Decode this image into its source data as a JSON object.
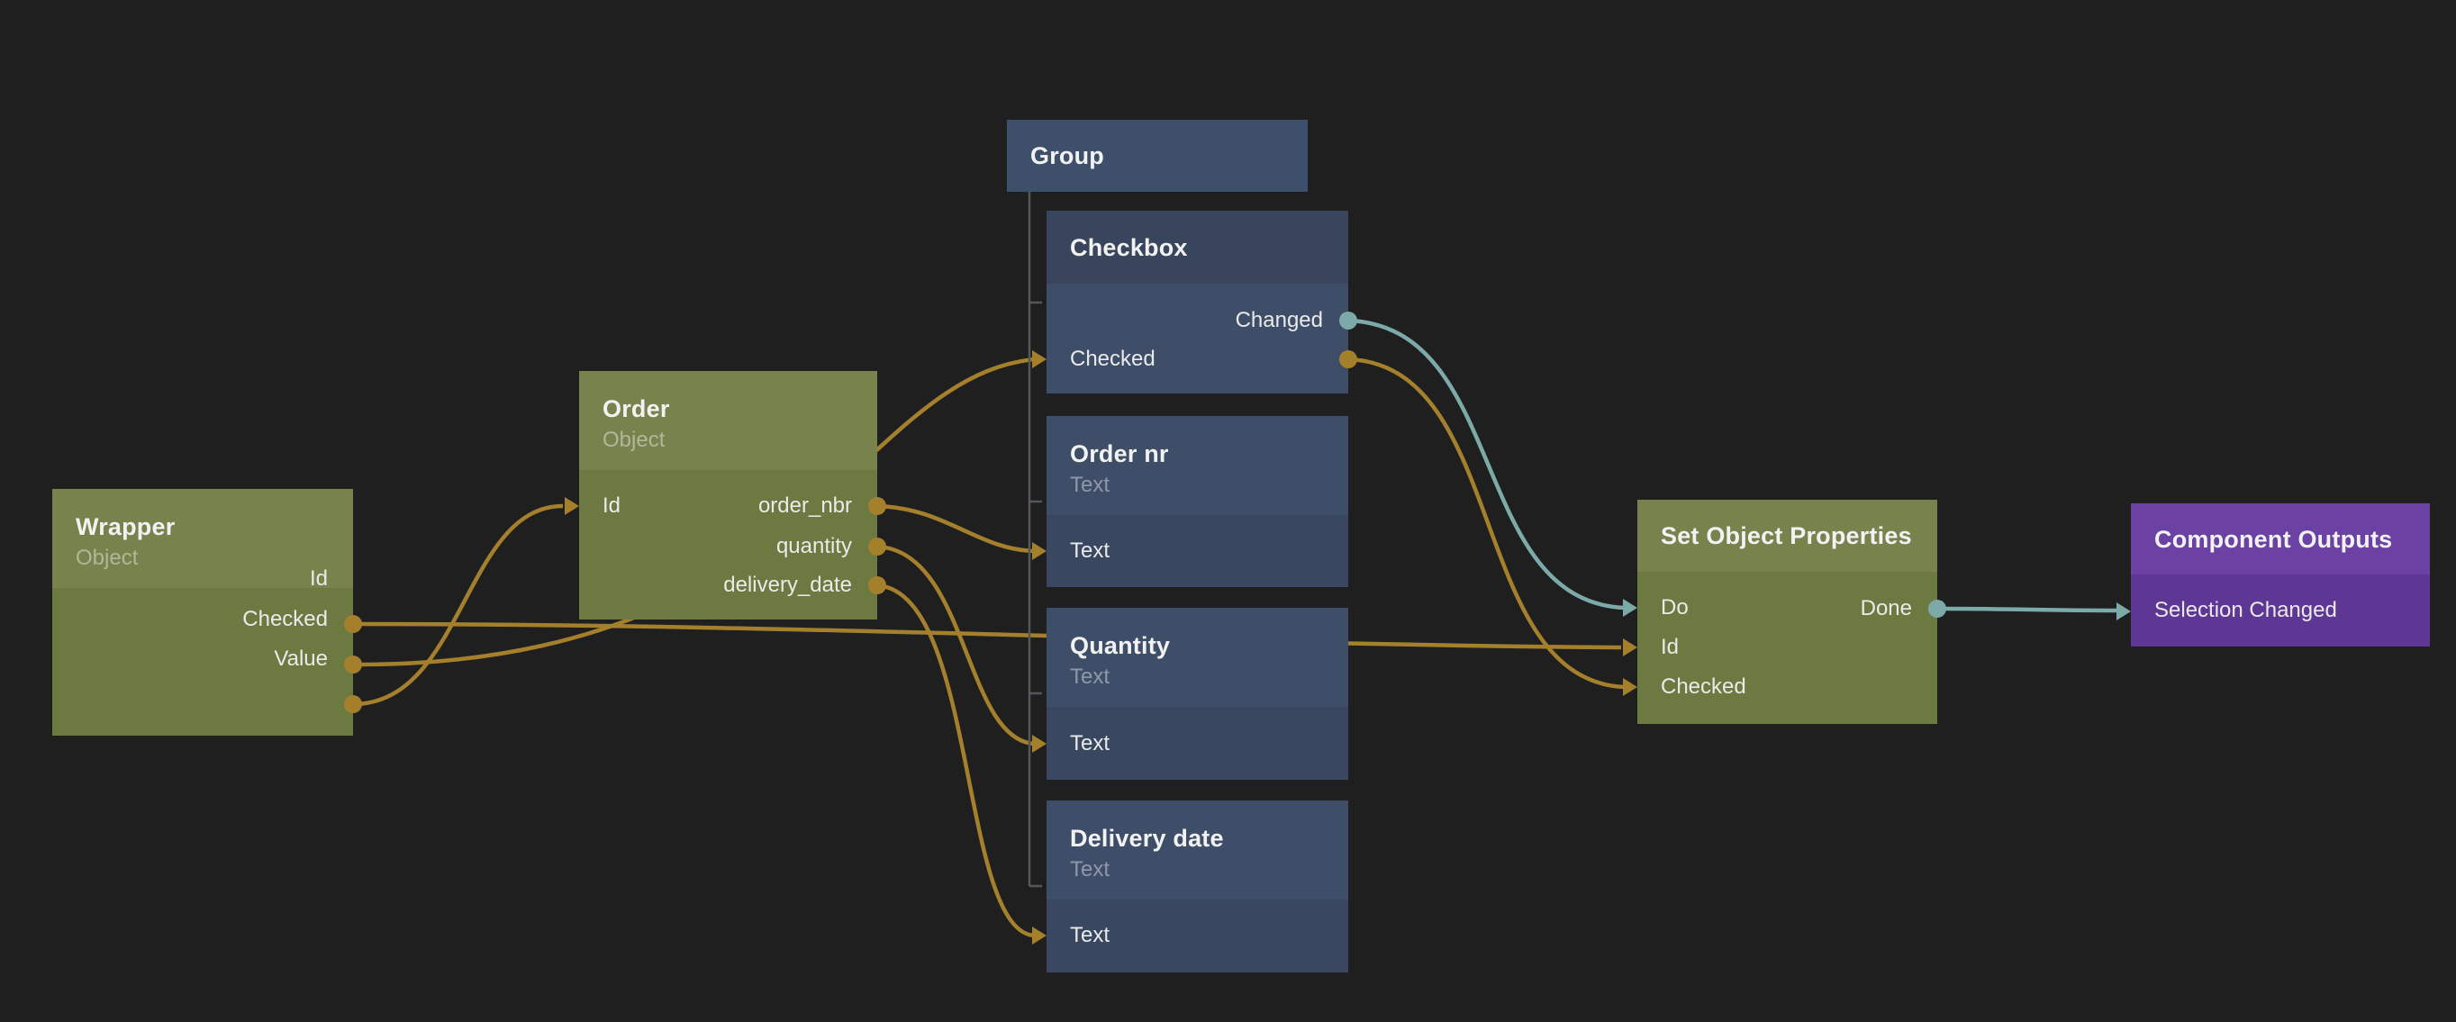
{
  "colors": {
    "background": "#1F1F1F",
    "wire_orange": "#A5802C",
    "wire_teal": "#7CAAA8",
    "green_header": "#77824D",
    "green_body": "#6C7941",
    "blue_header": "#3E4D68",
    "blue_body": "#394761",
    "checkbox_header": "#38455C",
    "checkbox_body": "#3E4D68",
    "group_header": "#3E4F6B",
    "purple_header": "#6B41A4",
    "purple_body": "#5E3795",
    "tree_line": "#53575C"
  },
  "nodes": {
    "wrapper": {
      "title": "Wrapper",
      "subtitle": "Object",
      "outputs": [
        "Id",
        "Checked",
        "Value"
      ]
    },
    "order": {
      "title": "Order",
      "subtitle": "Object",
      "inputs": [
        "Id"
      ],
      "outputs": [
        "order_nbr",
        "quantity",
        "delivery_date"
      ]
    },
    "group": {
      "title": "Group",
      "children": [
        "Checkbox",
        "Order nr",
        "Quantity",
        "Delivery date"
      ]
    },
    "checkbox": {
      "title": "Checkbox",
      "outputs": [
        "Changed"
      ],
      "inputs": [
        "Checked"
      ]
    },
    "order_nr": {
      "title": "Order nr",
      "subtitle": "Text",
      "inputs": [
        "Text"
      ]
    },
    "quantity": {
      "title": "Quantity",
      "subtitle": "Text",
      "inputs": [
        "Text"
      ]
    },
    "delivery_date": {
      "title": "Delivery date",
      "subtitle": "Text",
      "inputs": [
        "Text"
      ]
    },
    "set_object_properties": {
      "title": "Set Object Properties",
      "inputs": [
        "Do",
        "Id",
        "Checked"
      ],
      "outputs": [
        "Done"
      ]
    },
    "component_outputs": {
      "title": "Component Outputs",
      "inputs": [
        "Selection Changed"
      ]
    }
  },
  "connections": [
    {
      "from": "Wrapper.Id",
      "to": "Set Object Properties.Id",
      "color": "orange"
    },
    {
      "from": "Wrapper.Checked",
      "to": "Checkbox.Checked",
      "color": "orange"
    },
    {
      "from": "Wrapper.Value",
      "to": "Order.Id",
      "color": "orange"
    },
    {
      "from": "Order.order_nbr",
      "to": "Order nr.Text",
      "color": "orange"
    },
    {
      "from": "Order.quantity",
      "to": "Quantity.Text",
      "color": "orange"
    },
    {
      "from": "Order.delivery_date",
      "to": "Delivery date.Text",
      "color": "orange"
    },
    {
      "from": "Checkbox.Changed",
      "to": "Set Object Properties.Do",
      "color": "teal"
    },
    {
      "from": "Checkbox.Checked",
      "to": "Set Object Properties.Checked",
      "color": "orange"
    },
    {
      "from": "Set Object Properties.Done",
      "to": "Component Outputs.Selection Changed",
      "color": "teal"
    }
  ]
}
